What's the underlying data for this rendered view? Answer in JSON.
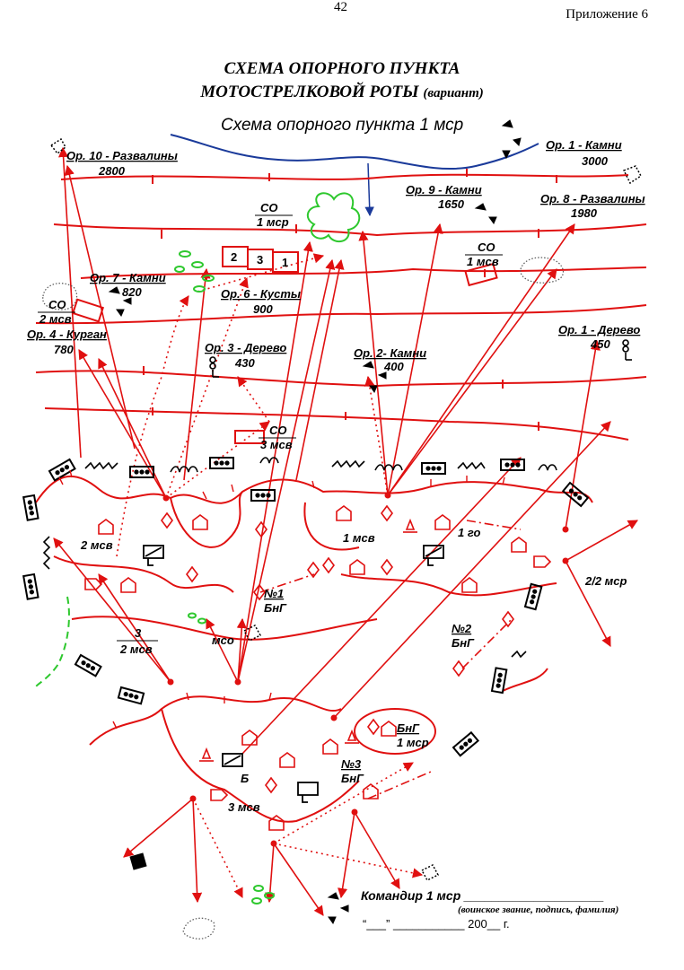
{
  "header": {
    "page_number": "42",
    "appendix": "Приложение 6"
  },
  "title": {
    "line1": "СХЕМА ОПОРНОГО ПУНКТА",
    "line2": "МОТОСТРЕЛКОВОЙ РОТЫ",
    "line2_note": "(вариант)"
  },
  "subtitle": "Схема опорного пункта 1 мср",
  "landmarks": {
    "lm10_name": "Ор. 10 - Развалины",
    "lm10_dist": "2800",
    "lm1k_name": "Ор. 1 - Камни",
    "lm1k_dist": "3000",
    "lm9_name": "Ор. 9 - Камни",
    "lm9_dist": "1650",
    "lm8_name": "Ор. 8 - Развалины",
    "lm8_dist": "1980",
    "lm7_name": "Ор. 7 - Камни",
    "lm7_dist": "820",
    "lm6_name": "Ор. 6 - Кусты",
    "lm6_dist": "900",
    "lm4_name": "Ор. 4 - Курган",
    "lm4_dist": "780",
    "lm3_name": "Ор. 3 - Дерево",
    "lm3_dist": "430",
    "lm2_name": "Ор. 2- Камни",
    "lm2_dist": "400",
    "lm1d_name": "Ор. 1 - Дерево",
    "lm1d_dist": "450"
  },
  "posts": {
    "co_label": "СО",
    "co1_unit": "1 мср",
    "co2_unit": "1 мсв",
    "co3_unit": "2 мсв",
    "co4_unit": "3 мсв",
    "platoon_cells": [
      "2",
      "3",
      "1"
    ]
  },
  "units": {
    "msv1": "1 мсв",
    "msv2": "2 мсв",
    "msv3": "3 мсв",
    "go1": "1 го",
    "mcr22": "2/2 мср",
    "fraction_num": "3",
    "fraction_den": "2 мсв",
    "mso": "мсо",
    "nb1": "№1",
    "nb2": "№2",
    "nb3": "№3",
    "bng": "БнГ",
    "bng_unit": "1 мср",
    "b_letter": "Б"
  },
  "signature": {
    "commander": "Командир 1 мср ____________________",
    "note": "(воинское звание, подпись, фамилия)",
    "date": "“___” ___________ 200__ г."
  }
}
